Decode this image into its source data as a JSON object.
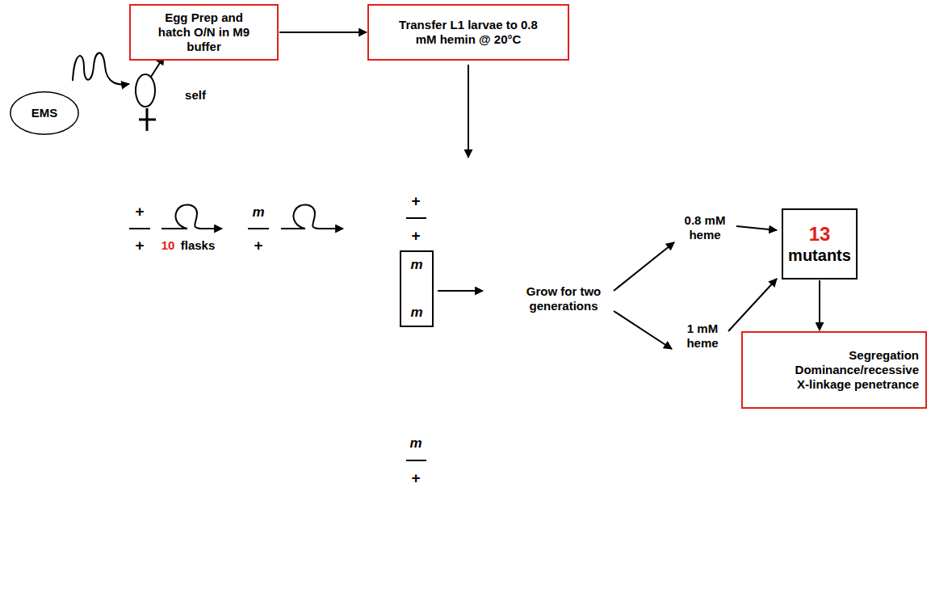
{
  "diagram": {
    "nodes": [
      {
        "text": [
          "Egg Prep and hatch O/N in M9 buffer"
        ]
      },
      {
        "text": [
          "Transfer L1 larvae to 0.8 mM hemin @ 20°C"
        ]
      },
      {
        "text": [
          "EMS"
        ]
      },
      {
        "text": [
          "m",
          "m"
        ]
      },
      {
        "text": [
          "13",
          "mutants"
        ]
      },
      {
        "text": [
          "Segregation Dominance/recessive X-linkage penetrance"
        ]
      }
    ],
    "edges": [
      {
        "from": 0,
        "to": 1,
        "arrow": "to"
      },
      {
        "from": 4,
        "to": 5,
        "arrow": "to"
      }
    ],
    "labels": [
      "self",
      "+",
      "+",
      "10",
      "flasks",
      "m",
      "+",
      "+",
      "+",
      "m",
      "+",
      "Grow for two generations",
      "0.8 mM heme",
      "1 mM heme"
    ]
  }
}
